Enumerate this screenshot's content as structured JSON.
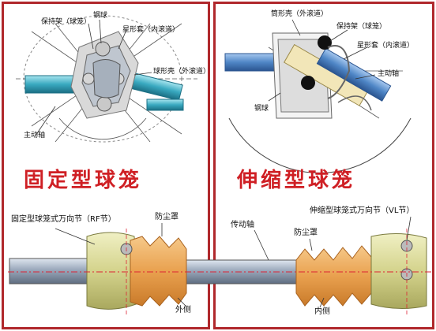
{
  "fixed_joint": {
    "title": "固定型球笼",
    "labels": [
      "保持架（球笼）",
      "钢球",
      "星形套（内滚道）",
      "球形壳（外滚道）",
      "主动轴"
    ]
  },
  "plunging_joint": {
    "title": "伸缩型球笼",
    "labels": [
      "筒形壳（外滚道）",
      "保持架（球笼）",
      "星形套（内滚道）",
      "主动轴",
      "钢球"
    ]
  },
  "assembly": {
    "rf_joint": "固定型球笼式万向节（RF节）",
    "dust_boot_outer": "防尘罩",
    "transmission_shaft": "传动轴",
    "dust_boot_inner": "防尘罩",
    "vl_joint": "伸缩型球笼式万向节（VL节）",
    "outer_side": "外侧",
    "inner_side": "内侧"
  },
  "colors": {
    "frame": "#b0282c",
    "title": "#cf1f24"
  }
}
